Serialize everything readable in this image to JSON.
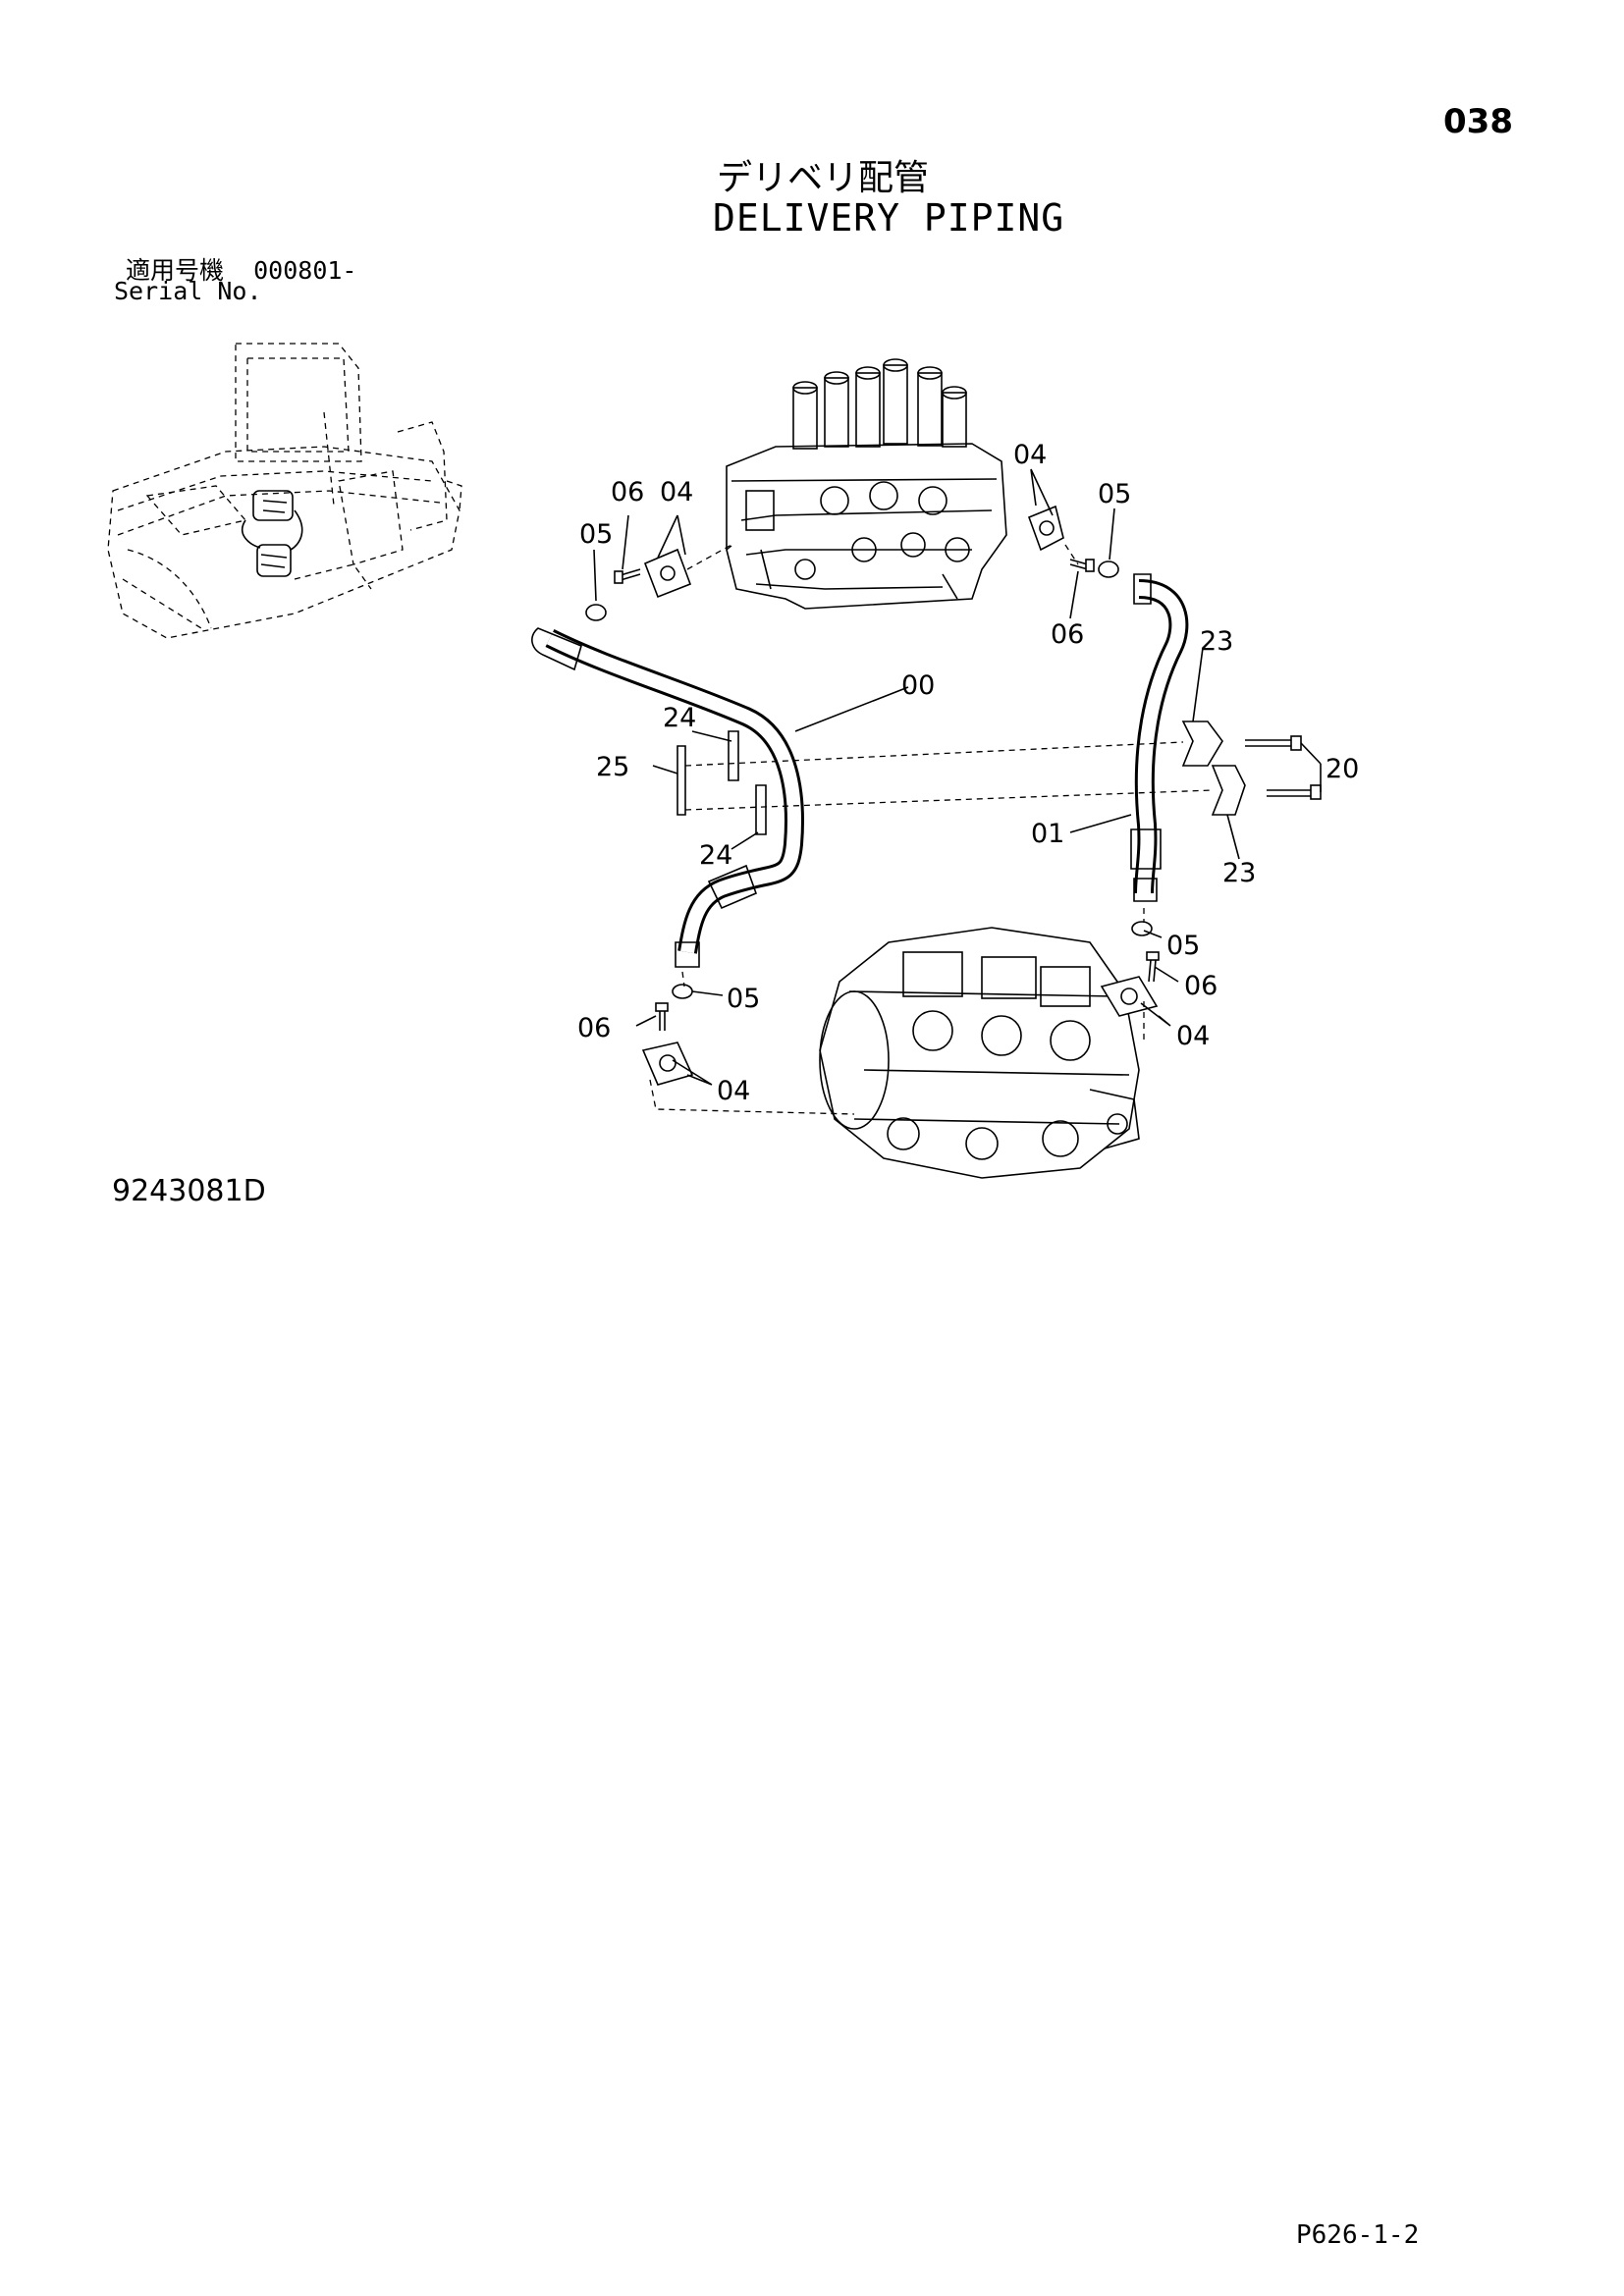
{
  "header": {
    "page_number": "038",
    "title_jp": "デリベリ配管",
    "title_en": "DELIVERY PIPING",
    "serial_label_jp": "適用号機",
    "serial_range": "000801-",
    "serial_label_en": "Serial No."
  },
  "footer": {
    "drawing_number": "9243081D",
    "page_ref": "P626-1-2"
  },
  "callouts": {
    "c00": "00",
    "c01": "01",
    "c04a": "04",
    "c04b": "04",
    "c04c": "04",
    "c04d": "04",
    "c05a": "05",
    "c05b": "05",
    "c05c": "05",
    "c05d": "05",
    "c06a": "06",
    "c06b": "06",
    "c06c": "06",
    "c06d": "06",
    "c20": "20",
    "c23a": "23",
    "c23b": "23",
    "c24a": "24",
    "c24b": "24",
    "c25": "25"
  },
  "icons": [
    "excavator-overview-icon",
    "control-valve-icon",
    "hydraulic-pump-icon",
    "delivery-hose-icon",
    "delivery-pipe-icon",
    "flange-icon",
    "o-ring-icon",
    "bolt-icon",
    "clamp-icon",
    "bracket-icon"
  ]
}
